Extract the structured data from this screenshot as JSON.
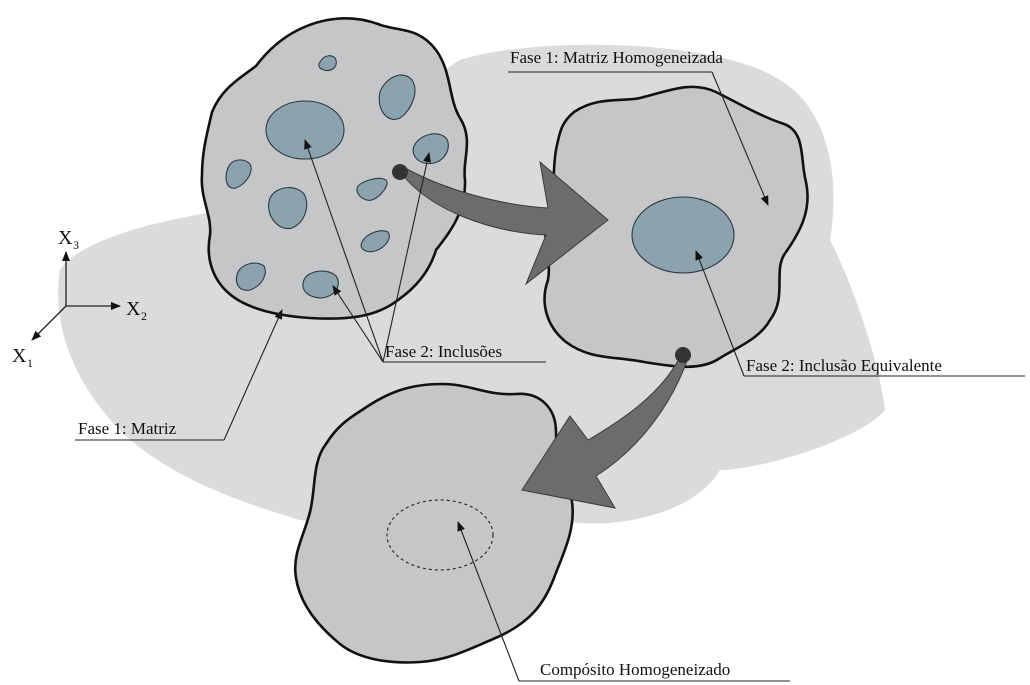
{
  "labels": {
    "matriz_homogeneizada": "Fase 1: Matriz Homogeneizada",
    "inclusoes": "Fase 2: Inclusões",
    "matriz": "Fase 1: Matriz",
    "inclusao_equivalente": "Fase 2: Inclusão Equivalente",
    "composito": "Compósito Homogeneizado"
  },
  "axes": {
    "x1": "X",
    "x1_sub": "1",
    "x2": "X",
    "x2_sub": "2",
    "x3": "X",
    "x3_sub": "3"
  },
  "colors": {
    "background_region": "#d9d9da",
    "blob_fill": "#c5c6c8",
    "inclusion_fill": "#8aa3ae",
    "arrow_fill": "#6b6c6e",
    "outline": "#111111"
  }
}
